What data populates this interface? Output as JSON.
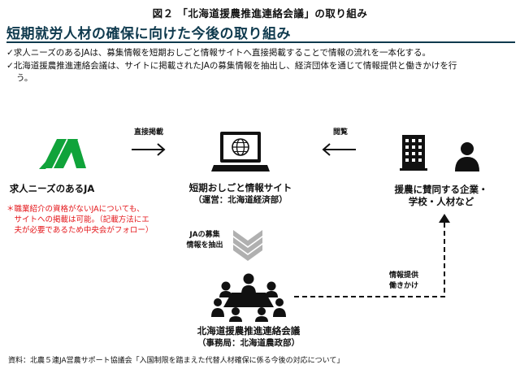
{
  "figure_title": "図２ 「北海道援農推進連絡会議」の取り組み",
  "subtitle": "短期就労人材の確保に向けた今後の取り組み",
  "bullets": [
    "✓求人ニーズのあるJAは、募集情報を短期おしごと情報サイトへ直接掲載することで情報の流れを一本化する。",
    "✓北海道援農推進連絡会議は、サイトに掲載されたJAの募集情報を抽出し、経済団体を通じて情報提供と働きかけを行",
    "う。"
  ],
  "nodes": {
    "ja": {
      "label": "求人ニーズのあるJA",
      "logo": "ja-logo"
    },
    "site": {
      "label_line1": "短期おしごと情報サイト",
      "label_line2": "（運営：北海道経済部）",
      "icon": "laptop-globe-icon"
    },
    "companies": {
      "label_line1": "援農に賛同する企業・",
      "label_line2": "学校・人材など",
      "icons": [
        "building-icon",
        "person-icon"
      ]
    },
    "council": {
      "label_line1": "北海道援農推進連絡会議",
      "label_line2": "（事務局：北海道農政部）",
      "icon": "meeting-table-icon"
    }
  },
  "note_lines": [
    "＊職業紹介の資格がないJAについても、",
    "　サイトへの掲載は可能。（記載方法にエ",
    "　夫が必要であるため中央会がフォロー）"
  ],
  "arrows": {
    "ja_to_site": "直接掲載",
    "companies_to_site": "閲覧",
    "site_to_council_line1": "JAの募集",
    "site_to_council_line2": "情報を抽出",
    "council_to_companies_line1": "情報提供",
    "council_to_companies_line2": "働きかけ"
  },
  "source": "資料：北農５連JA営農サポート協議会「入国制限を踏まえた代替人材確保に係る今後の対応について」",
  "colors": {
    "accent": "#0f3a4e",
    "ja_green": "#10a33a",
    "note_red": "#e4161a",
    "arrow_gray": "#b0b0b0"
  }
}
